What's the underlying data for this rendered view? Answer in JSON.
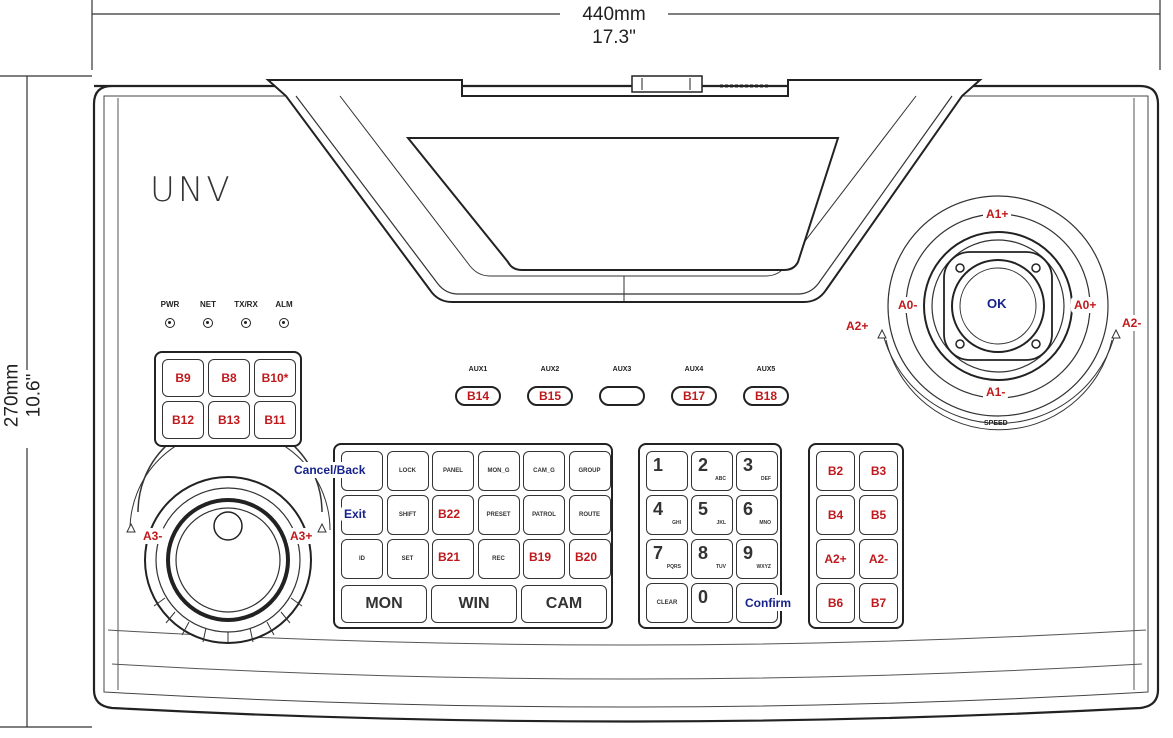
{
  "dimensions": {
    "width_mm": "440mm",
    "width_in": "17.3\"",
    "height_mm": "270mm",
    "height_in": "10.6\""
  },
  "brand": {
    "logo": "UNV"
  },
  "leds": [
    {
      "label": "PWR"
    },
    {
      "label": "NET"
    },
    {
      "label": "TX/RX"
    },
    {
      "label": "ALM"
    }
  ],
  "left_keys": [
    {
      "tag": "B9"
    },
    {
      "tag": "B8"
    },
    {
      "tag": "B10*"
    },
    {
      "tag": "B12"
    },
    {
      "tag": "B13"
    },
    {
      "tag": "B11"
    }
  ],
  "aux": [
    {
      "label": "AUX1",
      "tag": "B14"
    },
    {
      "label": "AUX2",
      "tag": "B15"
    },
    {
      "label": "AUX3",
      "tag": ""
    },
    {
      "label": "AUX4",
      "tag": "B17"
    },
    {
      "label": "AUX5",
      "tag": "B18"
    }
  ],
  "func_keys": {
    "row1": [
      "",
      "LOCK",
      "PANEL",
      "MON_G",
      "CAM_G",
      "GROUP"
    ],
    "row2": [
      "",
      "SHIFT",
      "",
      "PRESET",
      "PATROL",
      "ROUTE"
    ],
    "row3": [
      "ID",
      "SET",
      "",
      "REC",
      "",
      ""
    ],
    "bottom": [
      "MON",
      "WIN",
      "CAM"
    ],
    "tags": {
      "cancel": "Cancel/Back",
      "exit": "Exit",
      "b22": "B22",
      "b21": "B21",
      "b19": "B19",
      "b20": "B20"
    }
  },
  "numpad": {
    "keys": [
      {
        "n": "1",
        "s": ""
      },
      {
        "n": "2",
        "s": "ABC"
      },
      {
        "n": "3",
        "s": "DEF"
      },
      {
        "n": "4",
        "s": "GHI"
      },
      {
        "n": "5",
        "s": "JKL"
      },
      {
        "n": "6",
        "s": "MNO"
      },
      {
        "n": "7",
        "s": "PQRS"
      },
      {
        "n": "8",
        "s": "TUV"
      },
      {
        "n": "9",
        "s": "WXYZ"
      },
      {
        "n": "",
        "s": "CLEAR"
      },
      {
        "n": "0",
        "s": ""
      },
      {
        "n": "",
        "s": ""
      }
    ],
    "confirm": "Confirm"
  },
  "right_keys": [
    {
      "tag": "B2"
    },
    {
      "tag": "B3"
    },
    {
      "tag": "B4"
    },
    {
      "tag": "B5"
    },
    {
      "tag": "A2+"
    },
    {
      "tag": "A2-"
    },
    {
      "tag": "B6"
    },
    {
      "tag": "B7"
    }
  ],
  "joystick": {
    "ok": "OK",
    "a1_plus": "A1+",
    "a1_minus": "A1-",
    "a0_minus": "A0-",
    "a0_plus": "A0+",
    "a2_plus": "A2+",
    "a2_minus": "A2-",
    "speed": "SPEED"
  },
  "jog": {
    "a3_minus": "A3-",
    "a3_plus": "A3+"
  }
}
